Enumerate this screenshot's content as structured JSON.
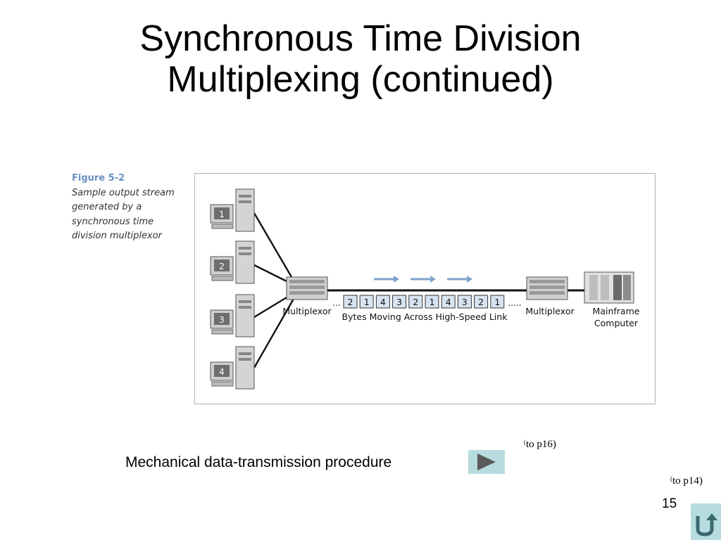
{
  "slide": {
    "title_line1": "Synchronous Time Division",
    "title_line2": "Multiplexing (continued)",
    "page_number": "15"
  },
  "figure": {
    "label": "Figure 5-2",
    "caption_lines": [
      "Sample output stream",
      "generated by a",
      "synchronous time",
      "division multiplexor"
    ],
    "terminal_numbers": [
      "1",
      "2",
      "3",
      "4"
    ],
    "left_mux_label": "Multiplexor",
    "right_mux_label": "Multiplexor",
    "mainframe_label_line1": "Mainframe",
    "mainframe_label_line2": "Computer",
    "stream_left_dots": "...",
    "stream_right_dots": ".....",
    "stream_cells": [
      "2",
      "1",
      "4",
      "3",
      "2",
      "1",
      "4",
      "3",
      "2",
      "1"
    ],
    "link_label": "Bytes Moving Across High-Speed Link",
    "arrow_color": "#7fa3cc",
    "cell_fill": "#d7e3f0"
  },
  "footer": {
    "procedure_label": "Mechanical data-transmission procedure",
    "note_p16_paren": "(",
    "note_p16_text": "to p16)",
    "note_p14_paren": "(",
    "note_p14_text": "to p14)",
    "button_color": "#b7dce0"
  }
}
